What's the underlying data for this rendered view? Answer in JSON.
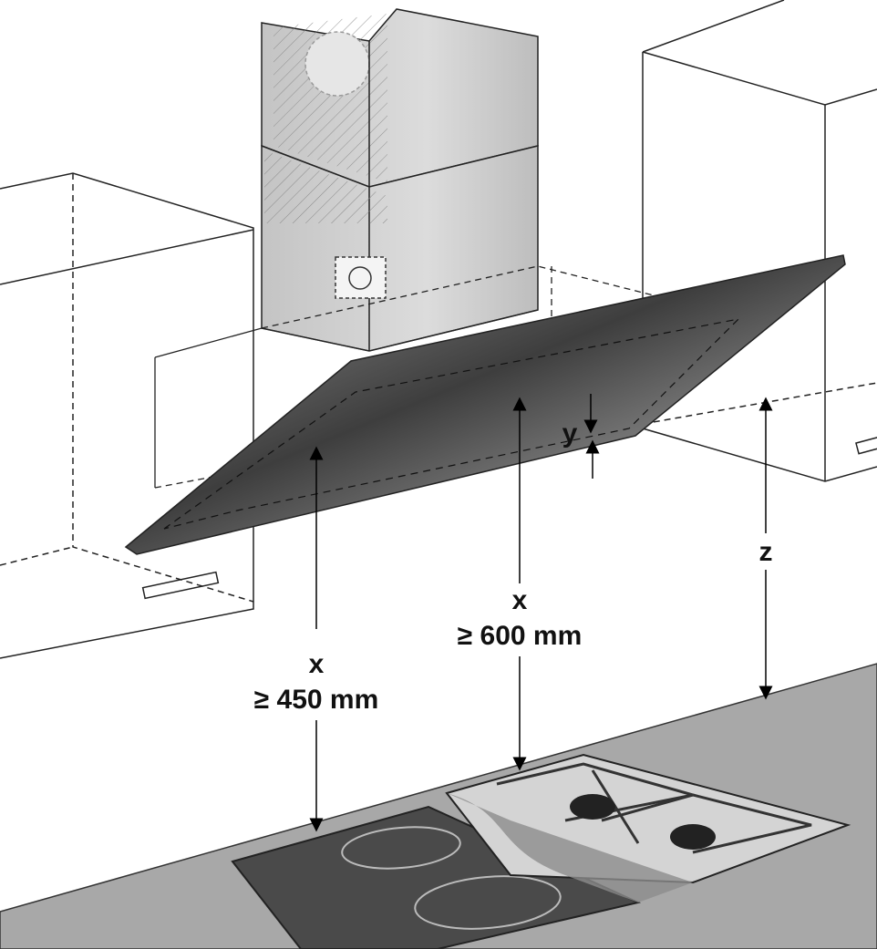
{
  "diagram": {
    "labels": {
      "x_left_symbol": "x",
      "x_left_value": "≥ 450 mm",
      "x_center_symbol": "x",
      "x_center_value": "≥ 600 mm",
      "y_symbol": "y",
      "z_symbol": "z"
    },
    "colors": {
      "countertop": "#a8a8a8",
      "hood_glass_dark": "#3a3a3a",
      "hood_glass_light": "#d8d8d8",
      "chimney": "#cfcfcf",
      "ceramic_hob": "#4a4a4a"
    }
  }
}
